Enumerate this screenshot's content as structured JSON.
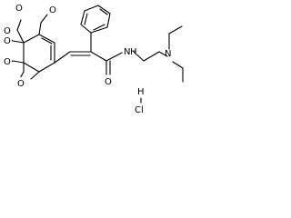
{
  "molecule": {
    "atoms": [
      {
        "name": "methoxy-top-left-1",
        "label": "O"
      },
      {
        "name": "methoxy-top-left-2",
        "label": "O"
      },
      {
        "name": "methoxy-top-right",
        "label": "O"
      },
      {
        "name": "methoxy-left-upper",
        "label": "O"
      },
      {
        "name": "methoxy-left-middle",
        "label": "O"
      },
      {
        "name": "methoxy-left-lower",
        "label": "O"
      },
      {
        "name": "carbonyl-oxygen",
        "label": "O"
      },
      {
        "name": "amide-nitrogen",
        "label": "N"
      },
      {
        "name": "amide-hydrogen",
        "label": "H"
      },
      {
        "name": "amine-nitrogen",
        "label": "N"
      }
    ],
    "salt": {
      "h": "H",
      "cl": "Cl"
    }
  }
}
